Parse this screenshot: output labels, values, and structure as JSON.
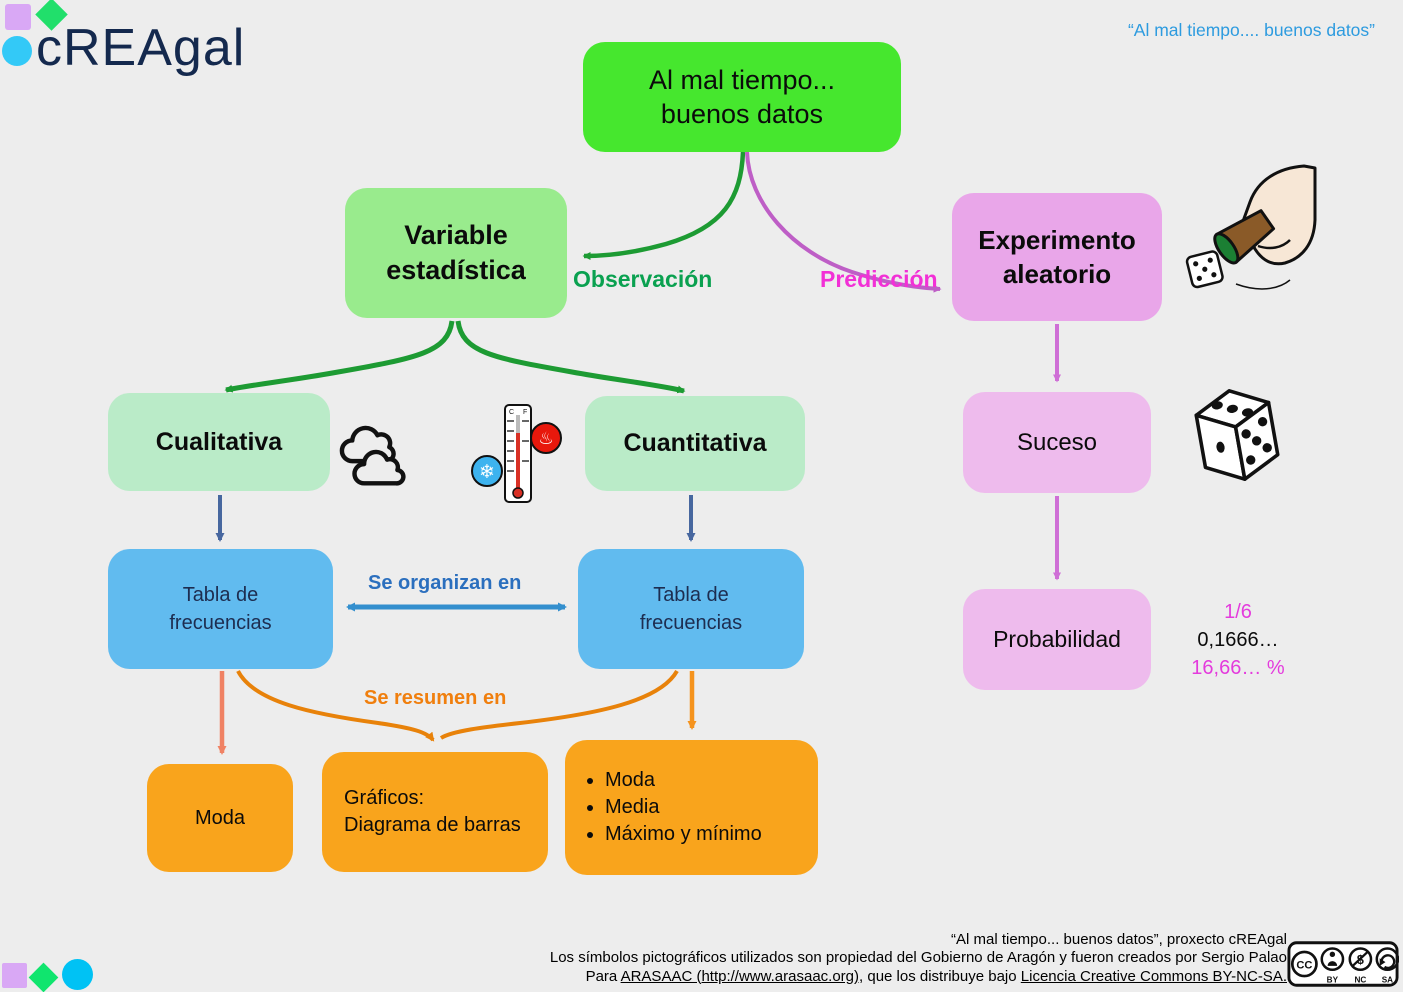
{
  "logo": {
    "text": "cREAgal"
  },
  "top_quote": "“Al mal tiempo.... buenos datos”",
  "nodes": {
    "root": {
      "line1": "Al mal tiempo...",
      "line2": "buenos datos"
    },
    "variable": {
      "line1": "Variable",
      "line2": "estadística"
    },
    "experimento": {
      "line1": "Experimento",
      "line2": "aleatorio"
    },
    "cualitativa": "Cualitativa",
    "cuantitativa": "Cuantitativa",
    "suceso": "Suceso",
    "tabla_izquierda": {
      "line1": "Tabla de",
      "line2": "frecuencias"
    },
    "tabla_derecha": {
      "line1": "Tabla de",
      "line2": "frecuencias"
    },
    "probabilidad": "Probabilidad",
    "moda": "Moda",
    "graficos": {
      "line1": "Gráficos:",
      "line2": "Diagrama de barras"
    },
    "resumen_items": [
      "Moda",
      "Media",
      "Máximo y mínimo"
    ]
  },
  "edge_labels": {
    "observacion": "Observación",
    "prediccion": "Predicción",
    "organizan": "Se organizan en",
    "resumen": "Se resumen en"
  },
  "probability_values": {
    "fraction": "1/6",
    "decimal": "0,1666…",
    "percent": "16,66… %"
  },
  "icons": {
    "cloud": "cloud-icon",
    "thermometer": "thermometer-icon",
    "snowflake_glyph": "❄",
    "heat_glyph": "♨",
    "dice_cup_hand": "dice-cup-hand-icon",
    "die": "die-icon",
    "cc_license": "creative-commons-by-nc-sa"
  },
  "footer": {
    "line1": "“Al mal tiempo... buenos datos”, proxecto cREAgal",
    "line2": "Los símbolos pictográficos utilizados son propiedad del Gobierno de Aragón y fueron creados por Sergio Palao",
    "line3_pre": "Para ",
    "line3_link1": "ARASAAC (http://www.arasaac.org)",
    "line3_mid": ", que los distribuye bajo ",
    "line3_link2": "Licencia Creative Commons BY-NC-SA.",
    "cc_labels": {
      "by": "BY",
      "nc": "NC",
      "sa": "SA",
      "cc": "CC"
    }
  },
  "colors": {
    "background": "#ededed",
    "root_green": "#46e72e",
    "light_green": "#99eb8d",
    "pale_green": "#baebc8",
    "sky_blue": "#61bbef",
    "pink": "#e9a6e9",
    "light_pink": "#eebbed",
    "orange": "#f9a41c",
    "arrow_green": "#1d9b33",
    "arrow_orchid": "#be5ec6",
    "arrow_steel": "#47679f",
    "arrow_blue": "#338fce",
    "arrow_salmon": "#f08264",
    "arrow_orange": "#e8820a",
    "label_green": "#0aa150",
    "label_magenta": "#f230d6",
    "label_blue": "#2b6fbe",
    "label_orange": "#f07f0e",
    "quote_blue": "#2d9bdf",
    "logo_navy": "#14294e"
  }
}
